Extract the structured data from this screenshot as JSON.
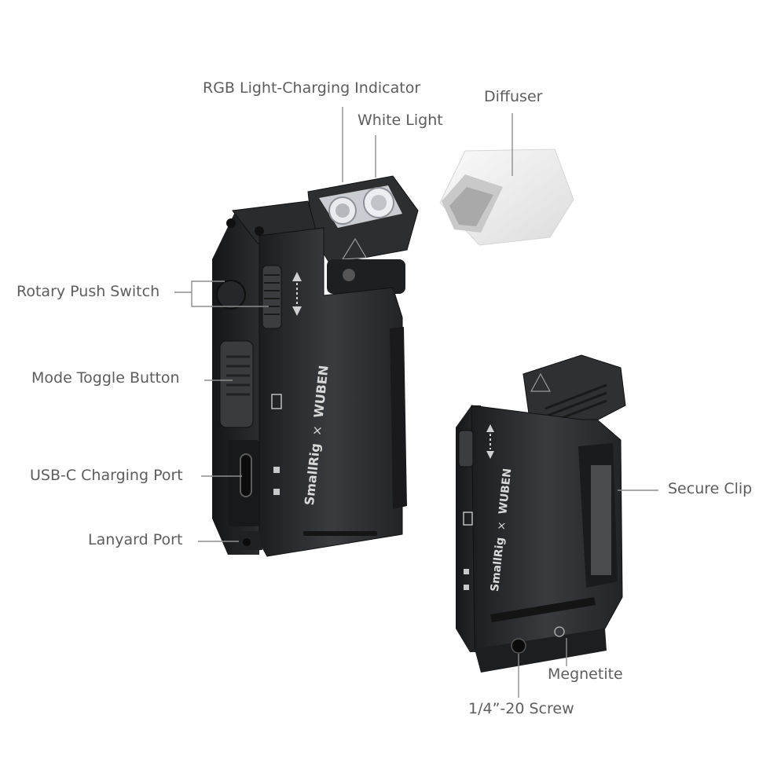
{
  "labels": {
    "rgb_indicator": "RGB Light-Charging Indicator",
    "white_light": "White Light",
    "diffuser": "Diffuser",
    "rotary_switch": "Rotary Push Switch",
    "mode_toggle": "Mode Toggle Button",
    "usb_c_port": "USB-C Charging Port",
    "lanyard_port": "Lanyard Port",
    "secure_clip": "Secure Clip",
    "magnetite": "Megnetite",
    "screw": "1/4”-20 Screw"
  },
  "branding": {
    "brand_a": "SmallRig",
    "separator": "×",
    "brand_b": "WUBEN"
  },
  "colors": {
    "label_text": "#5d5d5d",
    "leader_line": "#8e8e8e",
    "device_body": "#2a2b2d",
    "diffuser": "#f1f1f1"
  }
}
